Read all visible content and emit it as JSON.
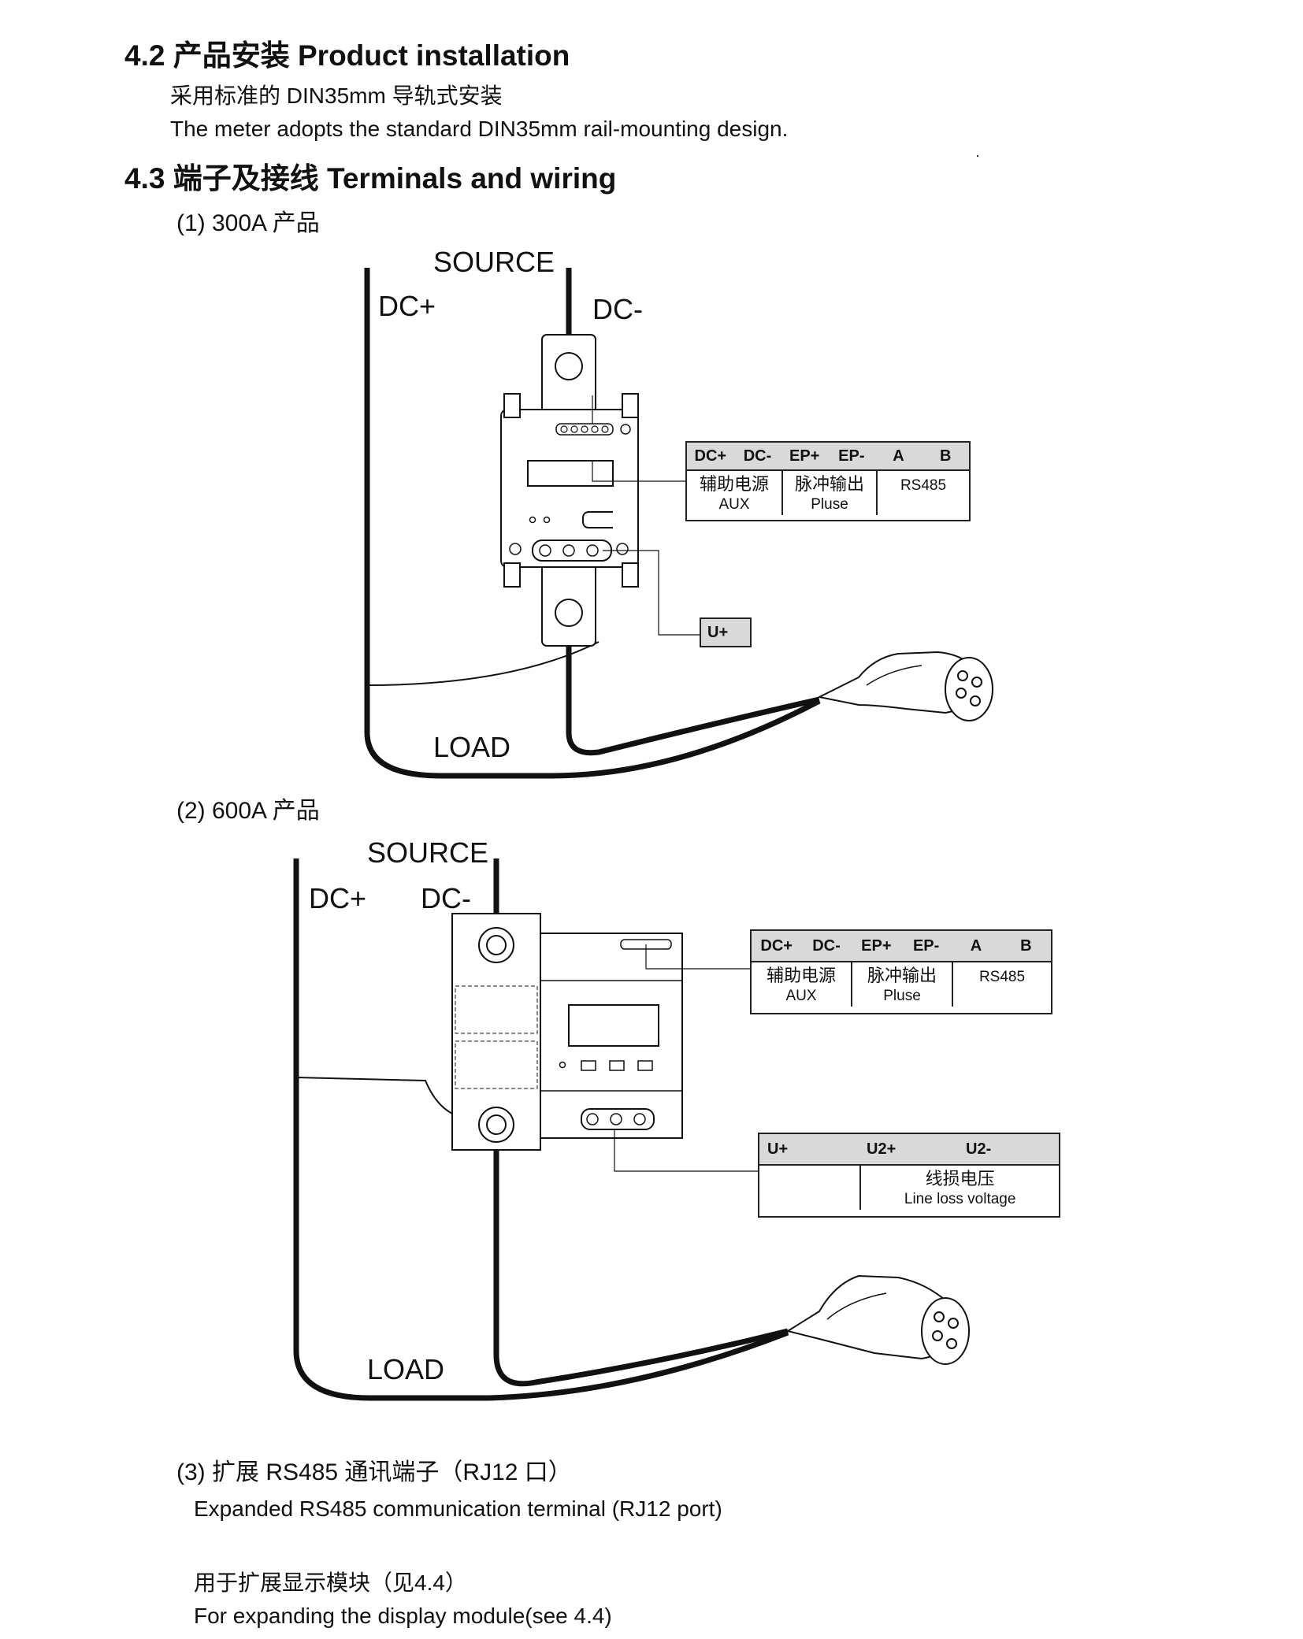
{
  "s42": {
    "title": "4.2  产品安装 Product installation",
    "zh": "采用标准的  DIN35mm  导轨式安装",
    "en": "The meter adopts the standard DIN35mm rail-mounting design."
  },
  "s43": {
    "title": "4.3  端子及接线 Terminals and wiring",
    "item1": "(1)  300A 产品",
    "item2": "(2)  600A 产品",
    "item3_zh": "(3)  扩展 RS485 通讯端子（RJ12 口）",
    "item3_en": "Expanded RS485 communication terminal (RJ12 port)",
    "item3_note_zh": "用于扩展显示模块（见4.4）",
    "item3_note_en": "For expanding the display module(see 4.4)"
  },
  "diagram1": {
    "source": "SOURCE",
    "dcplus": "DC+",
    "dcminus": "DC-",
    "load": "LOAD",
    "terminal_headers": [
      "DC+",
      "DC-",
      "EP+",
      "EP-",
      "A",
      "B"
    ],
    "aux_zh": "辅助电源",
    "aux_en": "AUX",
    "pulse_zh": "脉冲输出",
    "pulse_en": "Pluse",
    "rs485": "RS485",
    "uplus": "U+"
  },
  "diagram2": {
    "source": "SOURCE",
    "dcplus": "DC+",
    "dcminus": "DC-",
    "load": "LOAD",
    "terminal_headers": [
      "DC+",
      "DC-",
      "EP+",
      "EP-",
      "A",
      "B"
    ],
    "aux_zh": "辅助电源",
    "aux_en": "AUX",
    "pulse_zh": "脉冲输出",
    "pulse_en": "Pluse",
    "rs485": "RS485",
    "voltage_headers": [
      "U+",
      "U2+",
      "U2-"
    ],
    "lineloss_zh": "线损电压",
    "lineloss_en": "Line loss voltage"
  }
}
